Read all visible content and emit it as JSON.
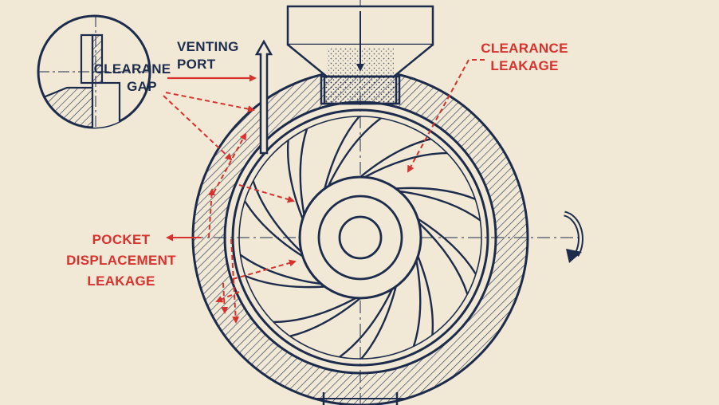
{
  "labels": {
    "inset_line1": "CLEARANE",
    "inset_line2": "GAP",
    "venting_line1": "VENTING",
    "venting_line2": "PORT",
    "clearance_line1": "CLEARANCE",
    "clearance_line2": "LEAKAGE",
    "pocket_line1": "POCKET",
    "pocket_line2": "DISPLACEMENT",
    "pocket_line3": "LEAKAGE"
  },
  "colors": {
    "paper": "#f1e9d6",
    "ink": "#1d2c4c",
    "accent": "#d8322e"
  },
  "rotor": {
    "vane_count": 10
  }
}
